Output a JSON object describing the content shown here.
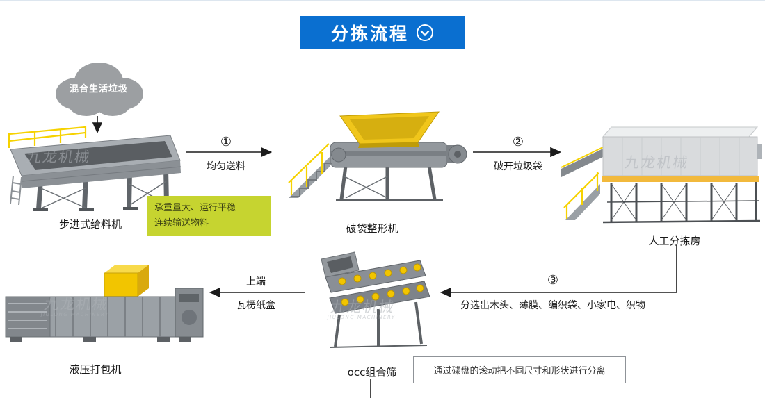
{
  "banner": {
    "title": "分拣流程"
  },
  "source_cloud": {
    "label": "混合生活垃圾"
  },
  "machines": {
    "feeder": {
      "label": "步进式给料机"
    },
    "bag_breaker": {
      "label": "破袋整形机"
    },
    "sorting_room": {
      "label": "人工分拣房"
    },
    "occ_screen": {
      "label": "occ组合筛"
    },
    "baler": {
      "label": "液压打包机"
    }
  },
  "feeder_note": {
    "line1": "承重量大、运行平稳",
    "line2": "连续输送物料"
  },
  "steps": [
    {
      "num": "①",
      "label": "均匀送料"
    },
    {
      "num": "②",
      "label": "破开垃圾袋"
    },
    {
      "num": "③",
      "label": "分选出木头、薄膜、编织袋、小家电、织物"
    }
  ],
  "transfer": {
    "top": "上端",
    "bottom": "瓦楞纸盒"
  },
  "bottom_note": {
    "text": "通过碟盘的滚动把不同尺寸和形状进行分离"
  },
  "watermark": {
    "text": "九龙机械",
    "subtext": "JIULONG MACHINERY"
  },
  "colors": {
    "banner_bg": "#0a6fd0",
    "note_bg": "#c6d430",
    "machine_yellow": "#f2c500",
    "railing_yellow": "#f6d200",
    "cloud_gray": "#9c9fa2",
    "arrow_black": "#1c1c1c"
  }
}
